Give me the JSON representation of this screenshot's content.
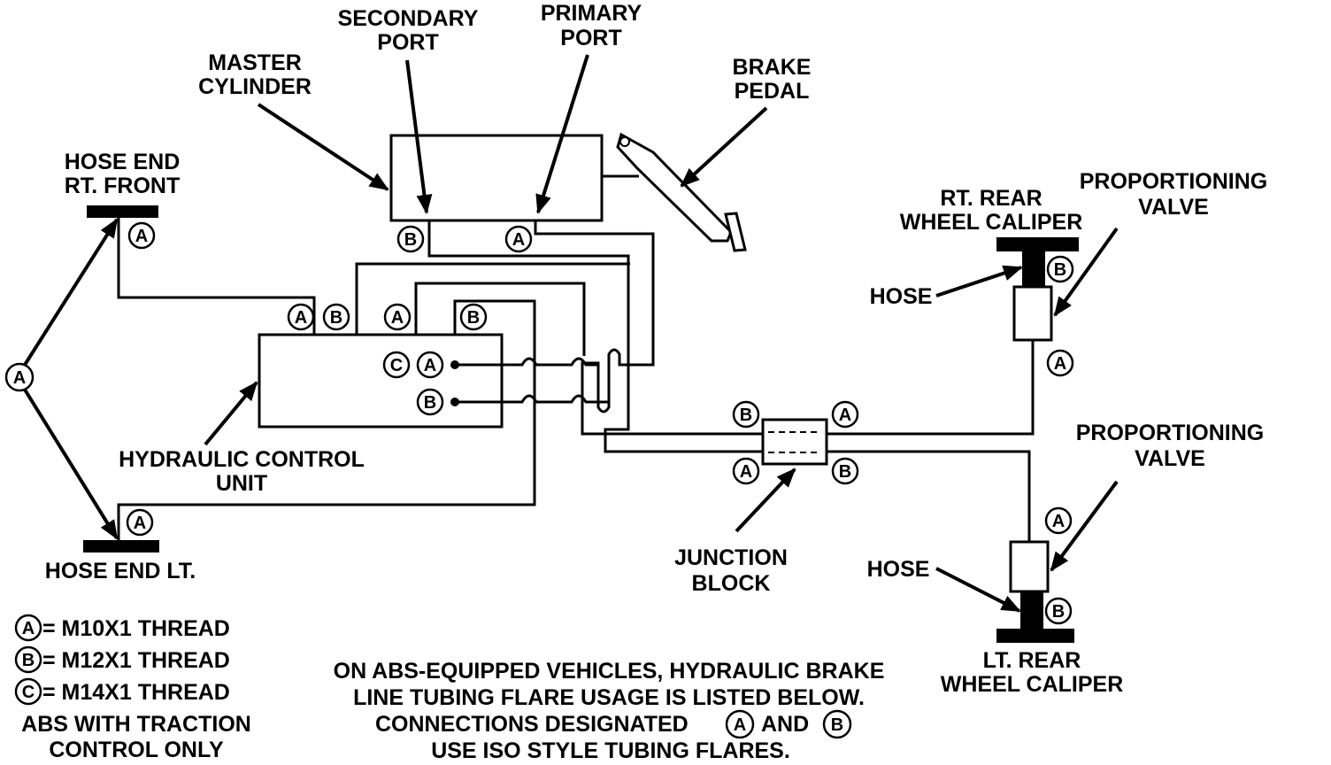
{
  "labels": {
    "secondary_port": [
      "SECONDARY",
      "PORT"
    ],
    "primary_port": [
      "PRIMARY",
      "PORT"
    ],
    "master_cylinder": [
      "MASTER",
      "CYLINDER"
    ],
    "brake_pedal": [
      "BRAKE",
      "PEDAL"
    ],
    "hose_end_rt_front": [
      "HOSE END",
      "RT. FRONT"
    ],
    "rt_rear_caliper": [
      "RT. REAR",
      "WHEEL CALIPER"
    ],
    "proportioning_valve_top": [
      "PROPORTIONING",
      "VALVE"
    ],
    "hose_top": "HOSE",
    "hydraulic_control_unit": [
      "HYDRAULIC CONTROL",
      "UNIT"
    ],
    "hose_end_lt": "HOSE END LT.",
    "junction_block": [
      "JUNCTION",
      "BLOCK"
    ],
    "proportioning_valve_bottom": [
      "PROPORTIONING",
      "VALVE"
    ],
    "hose_bottom": "HOSE",
    "lt_rear_caliper": [
      "LT. REAR",
      "WHEEL CALIPER"
    ]
  },
  "port_letters": {
    "a": "A",
    "b": "B",
    "c": "C"
  },
  "legend": {
    "a": "= M10X1 THREAD",
    "b": "= M12X1 THREAD",
    "c": "= M14X1 THREAD",
    "traction_note": [
      "ABS WITH TRACTION",
      "CONTROL ONLY"
    ]
  },
  "footnote": {
    "line1": "ON ABS-EQUIPPED VEHICLES, HYDRAULIC BRAKE",
    "line2": "LINE TUBING FLARE USAGE IS LISTED BELOW.",
    "line3a": "CONNECTIONS DESIGNATED",
    "line3b": "AND",
    "line4": "USE ISO STYLE TUBING FLARES."
  }
}
